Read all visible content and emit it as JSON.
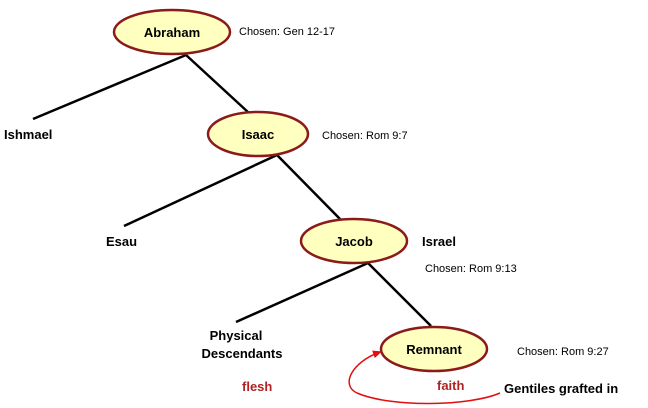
{
  "colors": {
    "node_fill": "#ffffc0",
    "node_stroke": "#8b1a1a",
    "line": "#000000",
    "accent_red": "#b22222",
    "arrow_red": "#e01010"
  },
  "nodes": {
    "abraham": {
      "label": "Abraham",
      "note": "Chosen: Gen 12-17"
    },
    "isaac": {
      "label": "Isaac",
      "note": "Chosen: Rom 9:7"
    },
    "jacob": {
      "label": "Jacob",
      "note": "Chosen: Rom 9:13",
      "alias": "Israel"
    },
    "remnant": {
      "label": "Remnant",
      "note": "Chosen: Rom 9:27"
    }
  },
  "branches": {
    "ishmael": "Ishmael",
    "esau": "Esau",
    "physical_line1": "Physical",
    "physical_line2": "Descendants"
  },
  "annotations": {
    "flesh": "flesh",
    "faith": "faith",
    "gentiles": "Gentiles grafted in"
  }
}
